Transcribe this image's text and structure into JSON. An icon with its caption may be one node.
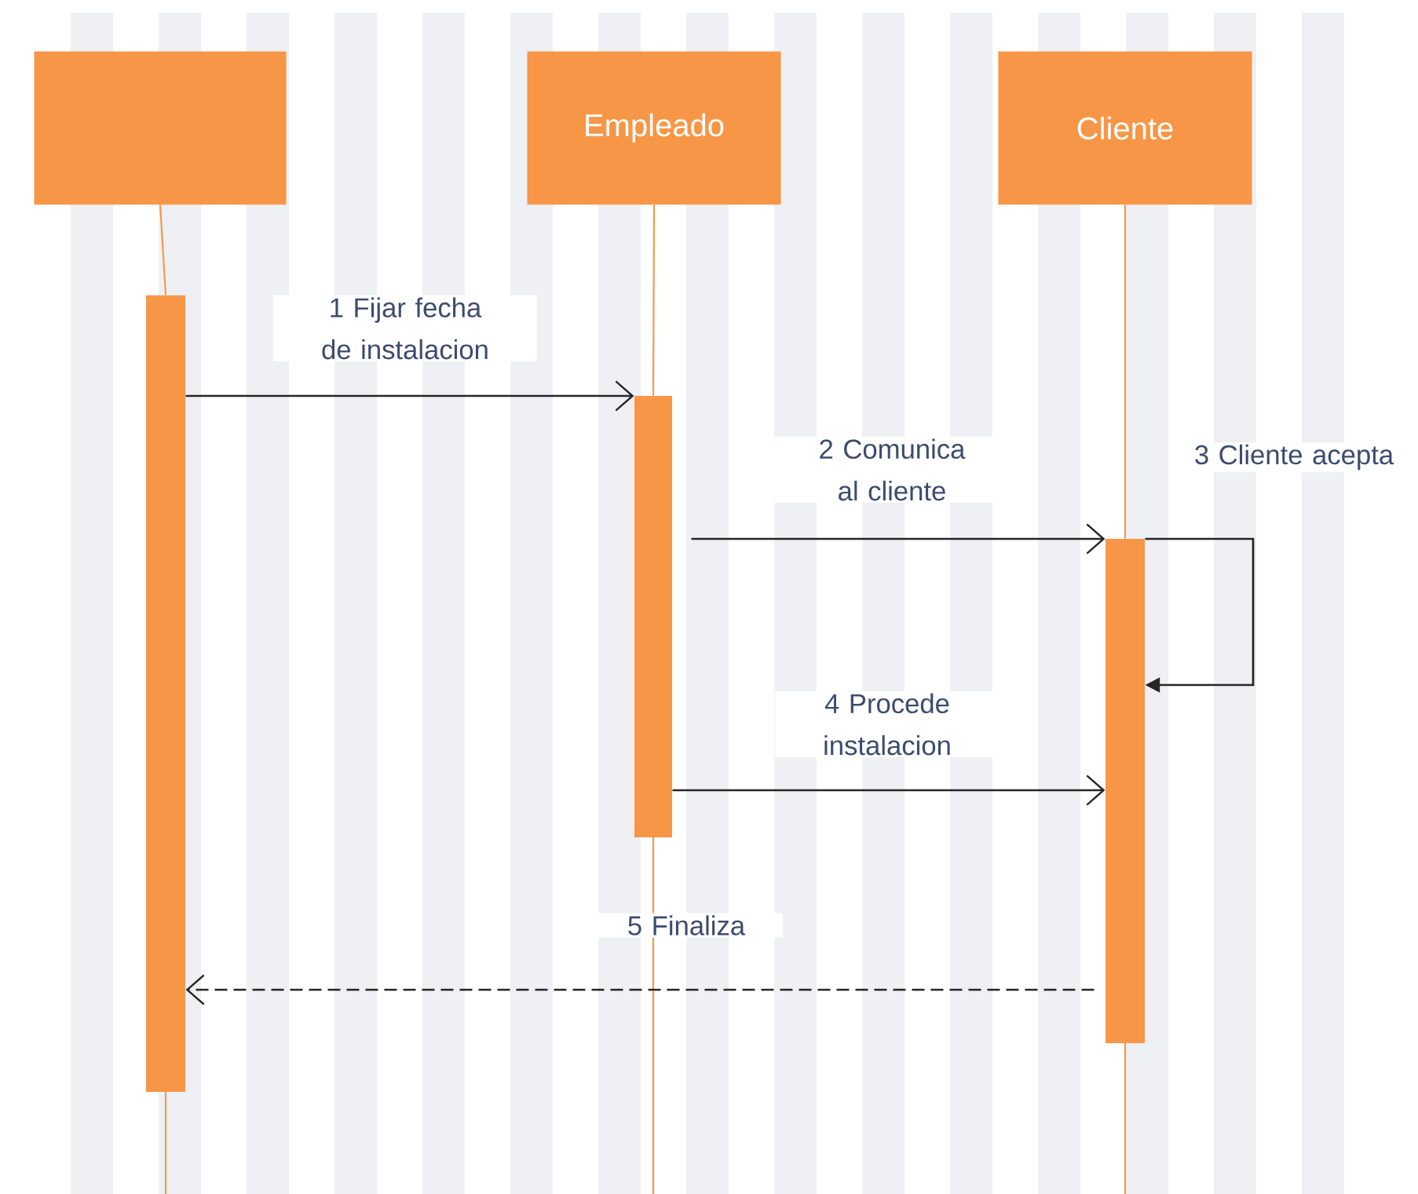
{
  "diagram": {
    "nodes": [
      {
        "text": [],
        "shape": "box"
      },
      {
        "text": [
          "Empleado"
        ]
      },
      {
        "text": [
          "Cliente"
        ]
      },
      {
        "text": [],
        "shape": "bar"
      },
      {
        "text": [],
        "shape": "bar"
      },
      {
        "text": [],
        "shape": "bar"
      }
    ],
    "edges": [
      {
        "from": 0,
        "to": 3,
        "arrow": "none",
        "color": "#f79646"
      },
      {
        "from": 1,
        "to": 4,
        "arrow": "none",
        "color": "#f79646"
      },
      {
        "from": 2,
        "to": 5,
        "arrow": "none",
        "color": "#f79646"
      },
      {
        "from": 3,
        "to": 4,
        "arrow": "to",
        "label": "1 Fijar fecha de instalacion"
      },
      {
        "from": 4,
        "to": 5,
        "arrow": "to",
        "label": "2 Comunica al cliente"
      },
      {
        "from": 5,
        "to": 5,
        "arrow": "to",
        "label": "3 Cliente acepta"
      },
      {
        "from": 4,
        "to": 5,
        "arrow": "to",
        "label": "4 Procede instalacion"
      },
      {
        "from": 5,
        "to": 3,
        "arrow": "to",
        "label": "5 Finaliza",
        "style": "dashed"
      }
    ]
  }
}
